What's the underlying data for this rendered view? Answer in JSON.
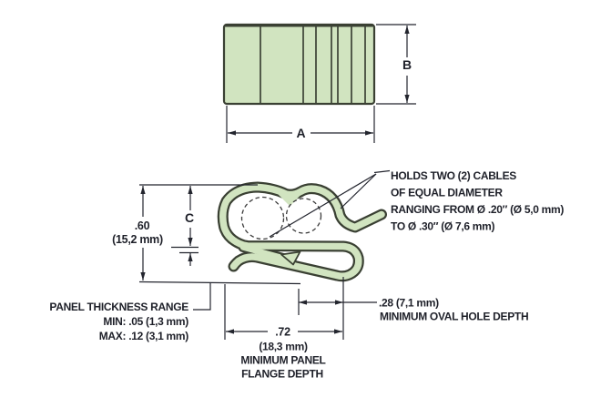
{
  "top_view": {
    "dim_a": "A",
    "dim_b": "B"
  },
  "profile_view": {
    "dim_c": "C",
    "height_in": ".60",
    "height_mm": "(15,2 mm)"
  },
  "callouts": {
    "cables": [
      "HOLDS TWO (2) CABLES",
      "OF EQUAL DIAMETER",
      "RANGING FROM Ø .20″ (Ø 5,0 mm)",
      "TO Ø .30″ (Ø 7,6 mm)"
    ],
    "panel": [
      "PANEL THICKNESS RANGE",
      "MIN: .05 (1,3 mm)",
      "MAX: .12 (3,1 mm)"
    ],
    "oval": [
      ".28 (7,1 mm)",
      "MINIMUM OVAL HOLE DEPTH"
    ],
    "flange": [
      ".72",
      "(18,3 mm)",
      "MINIMUM PANEL",
      "FLANGE DEPTH"
    ]
  },
  "colors": {
    "part_fill": "#d1e4c0",
    "part_outline": "#3a4033",
    "dim_lines": "#23252e",
    "text": "#1e2029",
    "background": "#ffffff"
  }
}
